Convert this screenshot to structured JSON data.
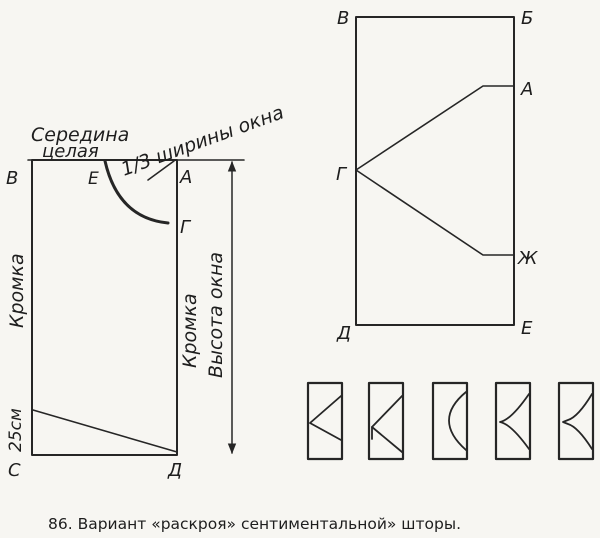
{
  "left_pattern": {
    "corner_top_left": "В",
    "point_e": "Е",
    "corner_top_right": "А",
    "point_g": "Г",
    "corner_bottom_left": "С",
    "corner_bottom_right": "Д",
    "label_middle": "Середина",
    "label_whole": "целая",
    "label_third_width": "1/3 ширины окна",
    "label_selvage_left": "Кромка",
    "label_selvage_right": "Кромка",
    "label_window_height": "Высота окна",
    "label_25cm": "25см"
  },
  "right_pattern": {
    "corner_top_left": "В",
    "corner_top_right": "Б",
    "point_a": "А",
    "point_g": "Г",
    "point_zh": "Ж",
    "corner_bottom_left": "Д",
    "corner_bottom_right": "Е"
  },
  "variants": [
    {
      "shape": "v-lines"
    },
    {
      "shape": "v-lines-bottom"
    },
    {
      "shape": "arc"
    },
    {
      "shape": "double-arc"
    },
    {
      "shape": "double-arc-notch"
    }
  ],
  "caption": "86. Вариант «раскроя»  сентиментальной» шторы."
}
